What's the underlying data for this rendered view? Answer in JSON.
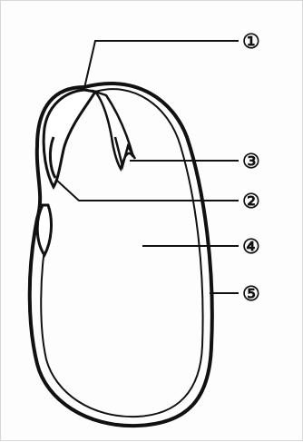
{
  "diagram": {
    "colors": {
      "ink": "#111111",
      "frame": "#d7d7d7",
      "background": "#fdfdfd"
    },
    "callouts": [
      {
        "id": "1",
        "label": "①"
      },
      {
        "id": "3",
        "label": "③"
      },
      {
        "id": "2",
        "label": "②"
      },
      {
        "id": "4",
        "label": "④"
      },
      {
        "id": "5",
        "label": "⑤"
      }
    ]
  }
}
